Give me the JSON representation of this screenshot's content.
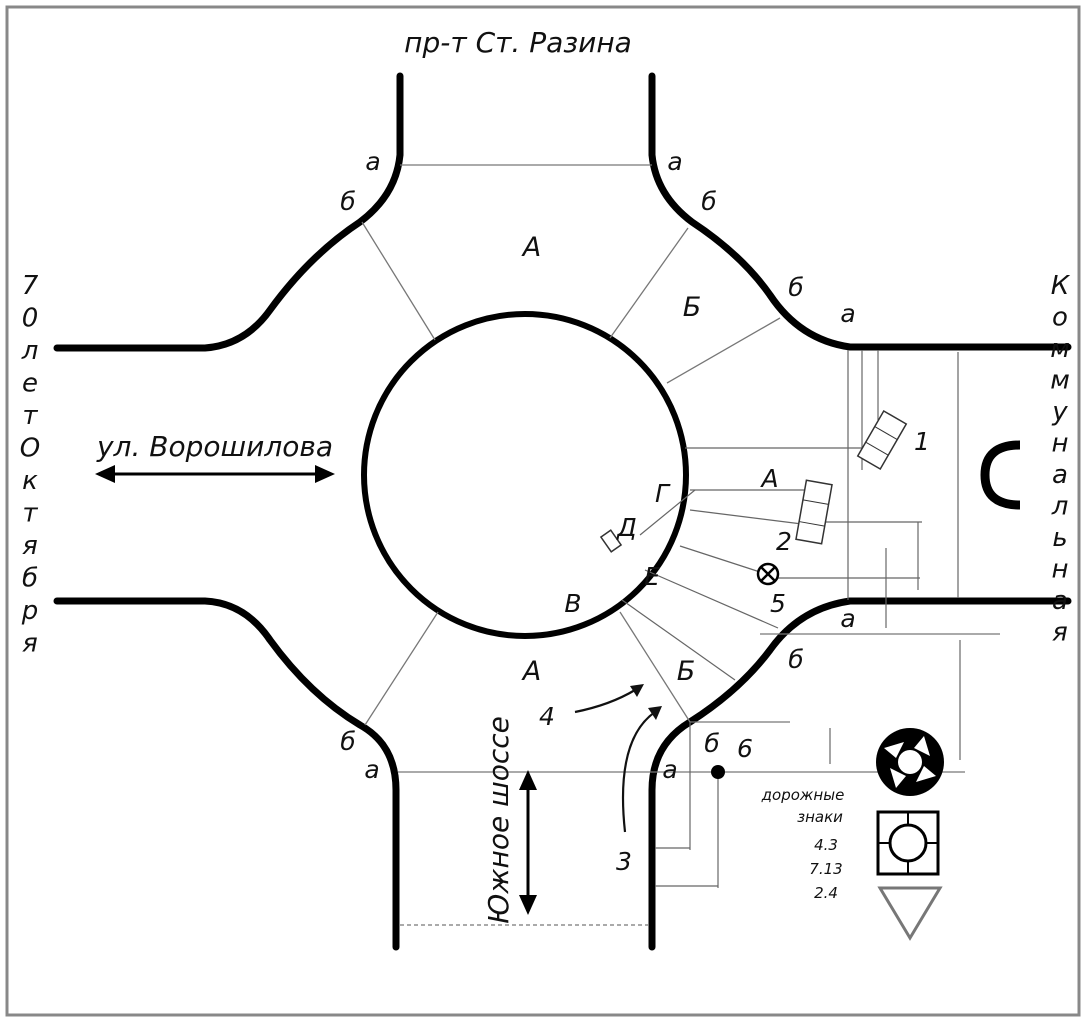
{
  "streets": {
    "north": "пр-т Ст. Разина",
    "west_horizontal": "ул. Ворошилова",
    "west_vertical": [
      "7",
      "0",
      "л",
      "е",
      "т",
      "О",
      "к",
      "т",
      "я",
      "б",
      "р",
      "я"
    ],
    "east_vertical": [
      "К",
      "о",
      "м",
      "м",
      "у",
      "н",
      "а",
      "л",
      "ь",
      "н",
      "а",
      "я"
    ],
    "south": "Южное шоссе"
  },
  "zones": {
    "a_north": "А",
    "b_north_east": "Б",
    "a_south": "А",
    "b_south_east": "Б"
  },
  "points": {
    "g": "Г",
    "d": "Д",
    "v": "В",
    "e": "Е"
  },
  "corner_marks": {
    "a": "а",
    "b": "б"
  },
  "vehicles": {
    "v1": "1",
    "v2": "2",
    "v3": "3",
    "v4": "4",
    "v5": "5",
    "v6": "6",
    "label_a": "А"
  },
  "signs": {
    "title_line1": "дорожные",
    "title_line2": "знаки",
    "codes": [
      "4.3",
      "7.13",
      "2.4"
    ]
  }
}
